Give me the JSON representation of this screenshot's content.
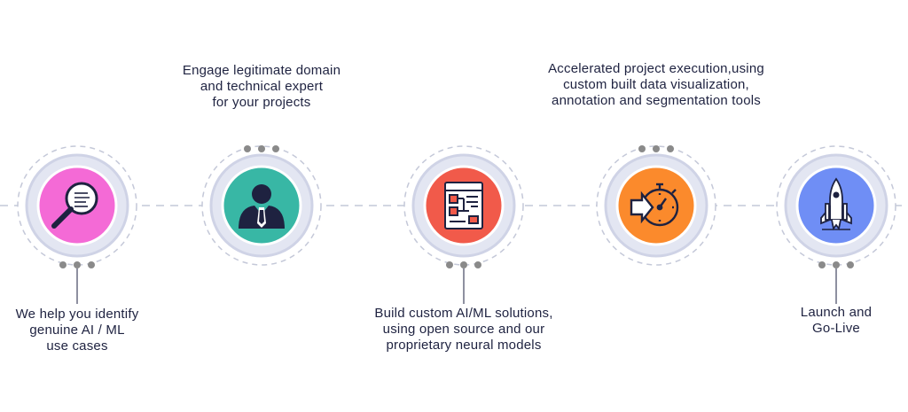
{
  "steps": [
    {
      "text": "We help you identify\ngenuine AI / ML\nuse cases",
      "color": "#f46ad6",
      "icon": "magnifier-document-icon",
      "label_position": "below"
    },
    {
      "text": "Engage legitimate domain\nand technical expert\nfor your projects",
      "color": "#38b7a5",
      "icon": "businessman-icon",
      "label_position": "above"
    },
    {
      "text": "Build custom AI/ML solutions,\nusing open source and our\nproprietary neural models",
      "color": "#f15a4a",
      "icon": "flowchart-code-icon",
      "label_position": "below"
    },
    {
      "text": "Accelerated project execution,using\ncustom built data  visualization,\nannotation and segmentation tools",
      "color": "#fb8a2c",
      "icon": "stopwatch-arrow-icon",
      "label_position": "above"
    },
    {
      "text": "Launch and\nGo-Live",
      "color": "#6f8ef5",
      "icon": "rocket-launch-icon",
      "label_position": "below"
    }
  ],
  "colors": {
    "ring": "#cfd3e6",
    "dash": "#c4c8d8",
    "dots": "#8a8a8a",
    "text": "#1e2240"
  }
}
